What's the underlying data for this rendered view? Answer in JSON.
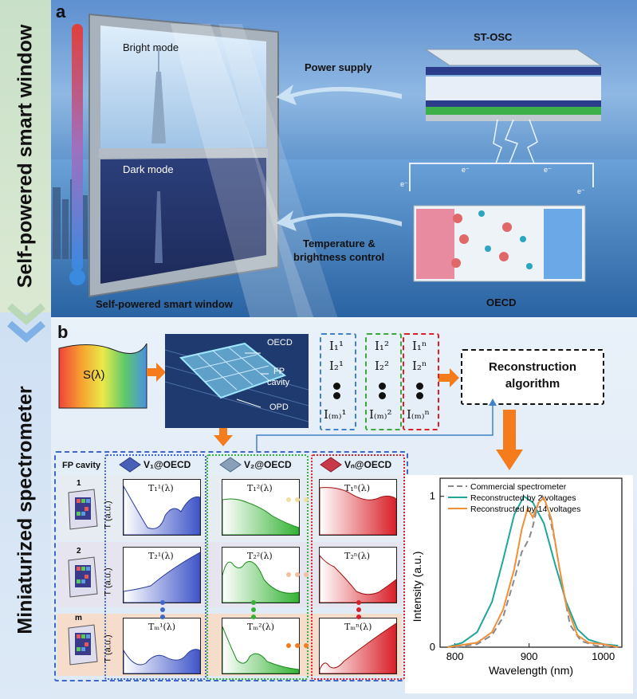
{
  "side_labels": {
    "top": "Self-powered smart window",
    "bottom": "Miniaturized spectrometer"
  },
  "panel_a": {
    "letter": "a",
    "bright_mode": "Bright mode",
    "dark_mode": "Dark mode",
    "window_caption": "Self-powered smart window",
    "power_supply": "Power supply",
    "temp_line1": "Temperature &",
    "temp_line2": "brightness control",
    "st_osc": "ST-OSC",
    "oecd": "OECD",
    "electron": "e⁻"
  },
  "panel_b": {
    "letter": "b",
    "s_lambda": "S(λ)",
    "chip_labels": {
      "oecd": "OECD",
      "fp1": "FP",
      "fp2": "cavity",
      "opd": "OPD"
    },
    "i_columns": [
      {
        "color": "#3f82c8",
        "items": [
          "I₁¹",
          "I₂¹",
          "I₍ₘ₎¹"
        ]
      },
      {
        "color": "#3aa83a",
        "items": [
          "I₁²",
          "I₂²",
          "I₍ₘ₎²"
        ]
      },
      {
        "color": "#d9202a",
        "items": [
          "I₁ⁿ",
          "I₂ⁿ",
          "I₍ₘ₎ⁿ"
        ]
      }
    ],
    "recon_line1": "Reconstruction",
    "recon_line2": "algorithm",
    "fp_cavity": "FP cavity",
    "voltage_headers": [
      "V₁@OECD",
      "V₂@OECD",
      "Vₙ@OECD"
    ],
    "row_labels": [
      "1",
      "2",
      "m"
    ],
    "t_axis": "T (a.u.)",
    "t_labels": [
      [
        "T₁¹(λ)",
        "T₁²(λ)",
        "T₁ⁿ(λ)"
      ],
      [
        "T₂¹(λ)",
        "T₂²(λ)",
        "T₂ⁿ(λ)"
      ],
      [
        "Tₘ¹(λ)",
        "Tₘ²(λ)",
        "Tₘⁿ(λ)"
      ]
    ],
    "colors": {
      "blue": "#3f67c8",
      "green": "#33b233",
      "red": "#d9202a",
      "orange": "#f47c1c"
    }
  },
  "chart_data": {
    "type": "line",
    "xlabel": "Wavelength (nm)",
    "ylabel": "Intensity (a.u.)",
    "xlim": [
      780,
      1025
    ],
    "ylim": [
      0,
      1.12
    ],
    "xticks": [
      800,
      900,
      1000
    ],
    "yticks": [
      0,
      1
    ],
    "legend_position": "top",
    "series": [
      {
        "name": "Commercial spectrometer",
        "color": "#888888",
        "dash": true,
        "x": [
          800,
          830,
          850,
          865,
          880,
          890,
          900,
          905,
          912,
          918,
          925,
          935,
          945,
          955,
          970,
          990,
          1010
        ],
        "y": [
          0,
          0.02,
          0.08,
          0.2,
          0.45,
          0.63,
          0.72,
          0.8,
          0.95,
          1.0,
          0.92,
          0.7,
          0.4,
          0.15,
          0.04,
          0.01,
          0
        ]
      },
      {
        "name": "Reconstructed by 2 voltages",
        "color": "#1fa69a",
        "dash": false,
        "x": [
          790,
          810,
          830,
          850,
          865,
          880,
          893,
          905,
          920,
          935,
          950,
          965,
          980,
          1000,
          1020
        ],
        "y": [
          0,
          0.03,
          0.1,
          0.3,
          0.58,
          0.88,
          1.0,
          0.96,
          0.82,
          0.55,
          0.3,
          0.12,
          0.05,
          0.02,
          0.01
        ]
      },
      {
        "name": "Reconstructed by 14 voltages",
        "color": "#f0903a",
        "dash": false,
        "x": [
          790,
          830,
          850,
          865,
          880,
          890,
          898,
          905,
          913,
          920,
          930,
          940,
          950,
          965,
          980,
          1000,
          1020
        ],
        "y": [
          0,
          0.03,
          0.1,
          0.25,
          0.52,
          0.78,
          0.92,
          0.86,
          0.96,
          0.99,
          0.85,
          0.55,
          0.28,
          0.08,
          0.03,
          0.02,
          0
        ]
      }
    ]
  }
}
